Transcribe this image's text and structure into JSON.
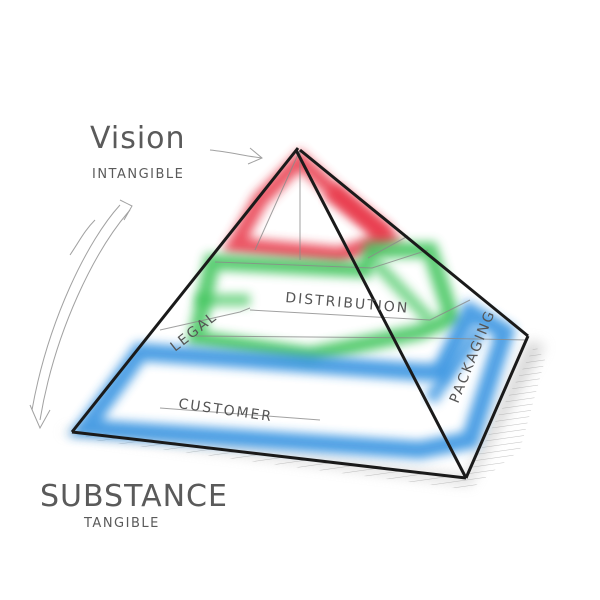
{
  "diagram": {
    "top_label": "Vision",
    "top_sublabel": "INTANGIBLE",
    "bottom_label": "SUBSTANCE",
    "bottom_sublabel": "TANGIBLE",
    "layers": {
      "left": "LEGAL",
      "middle": "DISTRIBUTION",
      "base": "CUSTOMER",
      "side": "PACKAGING"
    },
    "colors": {
      "red": "#e8384a",
      "green": "#3cc45a",
      "blue": "#2f8fe0",
      "outline": "#1a1a1a",
      "pencil": "#8a8a8a"
    }
  }
}
